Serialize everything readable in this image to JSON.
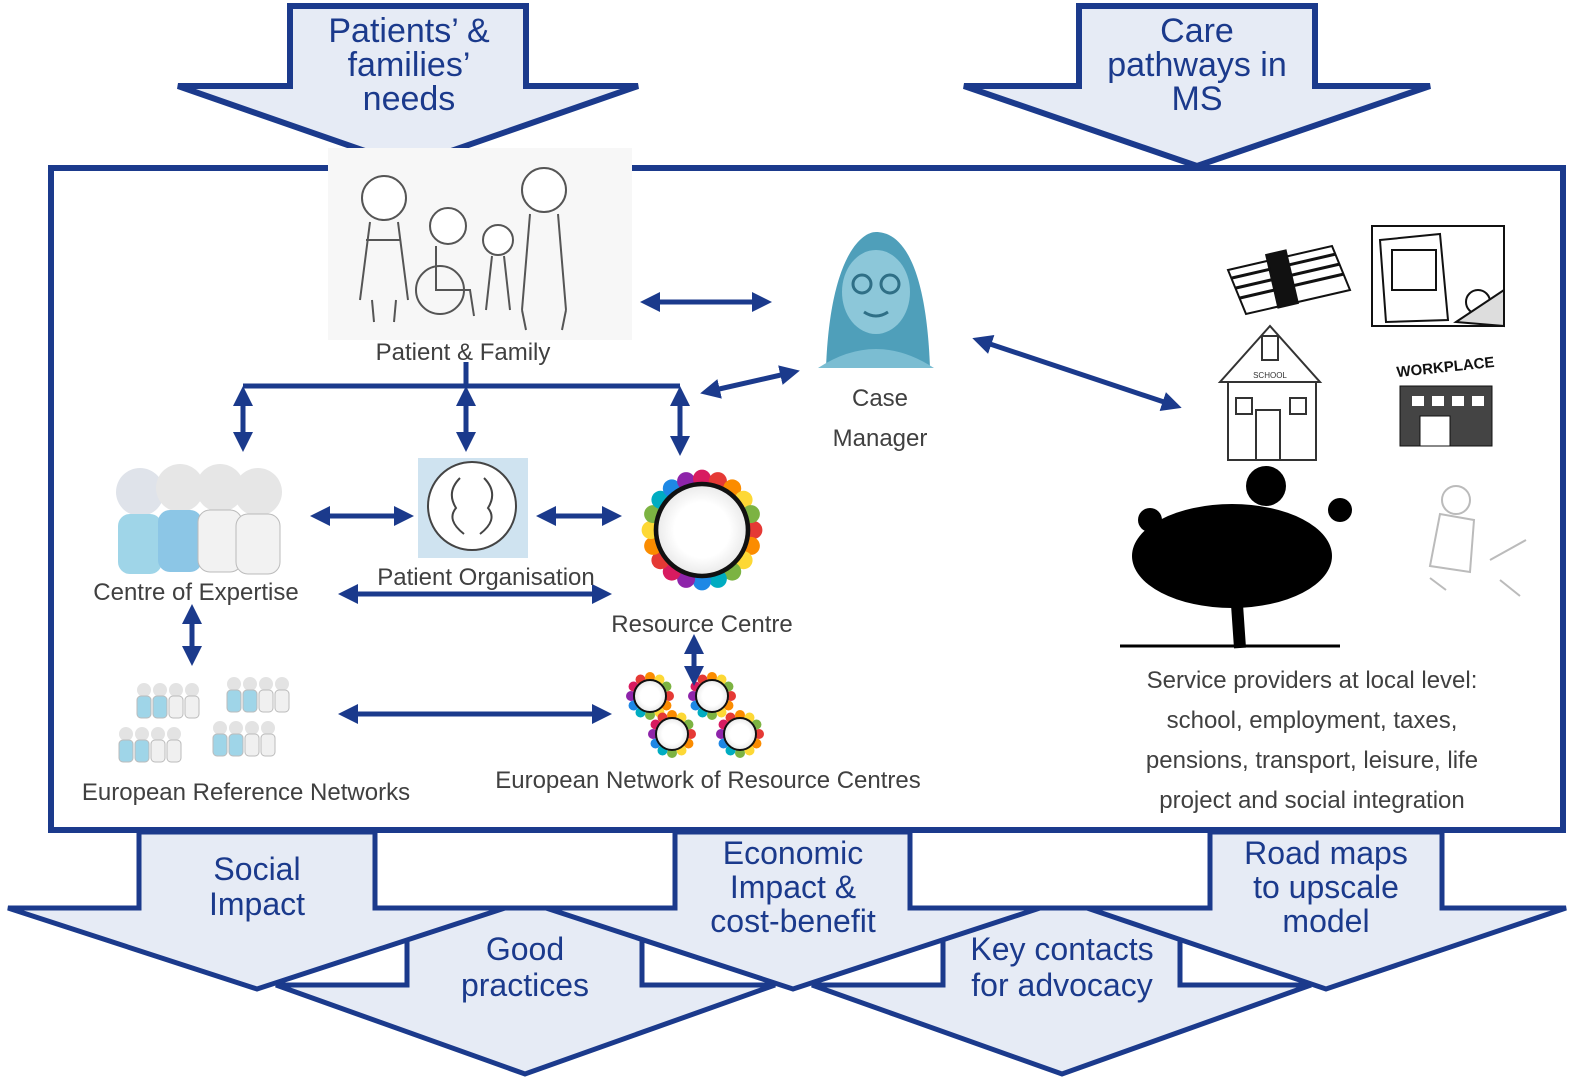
{
  "colors": {
    "frame": "#1b3a8c",
    "arrow_fill": "#e6ebf5",
    "arrow_text": "#1b3a8c",
    "label_text": "#404040",
    "connector": "#1b3a8c"
  },
  "inputs": {
    "left": [
      "Patients’ &",
      "families’",
      "needs"
    ],
    "right": [
      "Care",
      "pathways in",
      "MS"
    ]
  },
  "nodes": {
    "patient_family": "Patient & Family",
    "case_manager": [
      "Case",
      "Manager"
    ],
    "centre_of_expertise": "Centre of Expertise",
    "patient_organisation": "Patient Organisation",
    "resource_centre": "Resource Centre",
    "european_reference_networks": "European Reference Networks",
    "european_network_resource_centres": "European Network of Resource Centres",
    "workplace_sign": "WORKPLACE",
    "school_sign": "SCHOOL",
    "service_providers": [
      "Service providers at local level:",
      "school, employment, taxes,",
      "pensions, transport, leisure, life",
      "project and social integration"
    ]
  },
  "icons": [
    "family-illustration-icon",
    "case-manager-avatar-icon",
    "doctors-team-icon",
    "patient-organisation-logo-icon",
    "resource-centre-ring-icon",
    "reference-networks-icon",
    "resource-centres-network-icon",
    "money-icon",
    "bus-wheelchair-icon",
    "school-icon",
    "workplace-icon",
    "service-tree-icon",
    "child-playing-icon"
  ],
  "outputs": {
    "social_impact": [
      "Social",
      "Impact"
    ],
    "good_practices": [
      "Good",
      "practices"
    ],
    "economic_impact": [
      "Economic",
      "Impact &",
      "cost-benefit"
    ],
    "key_contacts": [
      "Key contacts",
      "for advocacy"
    ],
    "road_maps": [
      "Road maps",
      "to upscale",
      "model"
    ]
  }
}
